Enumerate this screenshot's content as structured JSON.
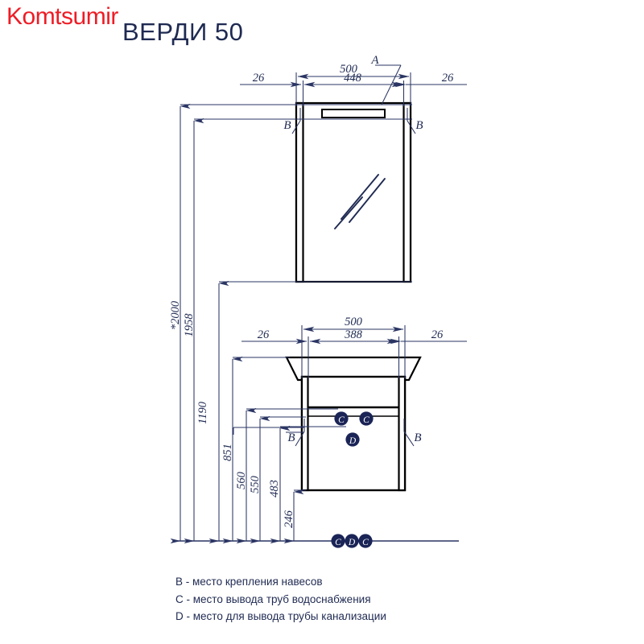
{
  "watermark": {
    "text": "Komtsumir",
    "color": "#ee1c25"
  },
  "title": {
    "text": "ВЕРДИ 50",
    "color": "#1f2a52"
  },
  "colors": {
    "outline": "#000000",
    "dimension": "#2a3563",
    "marker_fill": "#1a2456",
    "marker_text": "#ffffff",
    "text": "#1f2a52",
    "background": "#ffffff"
  },
  "dimensions": {
    "mirror": {
      "overall_width": "500",
      "inner_width": "448",
      "left_offset": "26",
      "right_offset": "26"
    },
    "vanity": {
      "overall_width": "500",
      "inner_width": "388",
      "left_offset": "26",
      "right_offset": "26"
    },
    "heights": [
      {
        "label": "*2000"
      },
      {
        "label": "1958"
      },
      {
        "label": "1190"
      },
      {
        "label": "851"
      },
      {
        "label": "560"
      },
      {
        "label": "550"
      },
      {
        "label": "483"
      },
      {
        "label": "246"
      }
    ]
  },
  "callouts": {
    "a": "A",
    "b_mirror_left": "B",
    "b_mirror_right": "B",
    "b_vanity_left": "B",
    "b_vanity_right": "B"
  },
  "markers": {
    "vanity": [
      {
        "id": "c-left",
        "label": "C"
      },
      {
        "id": "c-right",
        "label": "C"
      },
      {
        "id": "d-center",
        "label": "D"
      }
    ],
    "floor": [
      {
        "id": "floor-c-left",
        "label": "C"
      },
      {
        "id": "floor-d",
        "label": "D"
      },
      {
        "id": "floor-c-right",
        "label": "C"
      }
    ]
  },
  "legend": {
    "lines": [
      "B - место крепления навесов",
      "C - место вывода труб водоснабжения",
      "D - место для вывода трубы канализации"
    ],
    "line_0": "B - место крепления навесов",
    "line_1": "C - место вывода труб водоснабжения",
    "line_2": "D - место для вывода трубы канализации"
  }
}
